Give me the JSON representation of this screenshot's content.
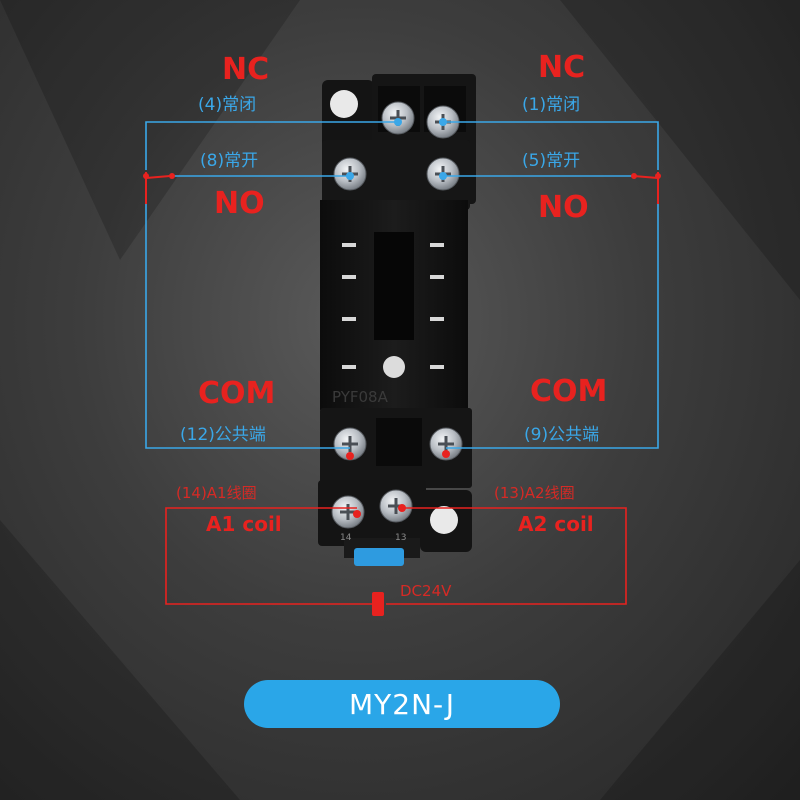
{
  "labels": {
    "nc_left": "NC",
    "nc_left_sub": "(4)常闭",
    "nc_right": "NC",
    "nc_right_sub": "(1)常闭",
    "no_left_sub": "(8)常开",
    "no_left": "NO",
    "no_right_sub": "(5)常开",
    "no_right": "NO",
    "com_left": "COM",
    "com_left_sub": "(12)公共端",
    "com_right": "COM",
    "com_right_sub": "(9)公共端",
    "a1_sub": "(14)A1线圈",
    "a1": "A1 coil",
    "a2_sub": "(13)A2线圈",
    "a2": "A2 coil",
    "dc": "DC24V",
    "socket_marking": "PYF08A",
    "pin_14": "14",
    "pin_13": "13"
  },
  "model": "MY2N-J",
  "colors": {
    "contact_wire": "#3aa7e8",
    "coil_wire": "#e8221f",
    "label_red": "#e8221f",
    "socket_body": "#111111",
    "pill": "#2aa6e8"
  },
  "icons": {
    "screw": "phillips-screw-icon",
    "switch": "switch-contact-icon",
    "coil": "coil-icon"
  }
}
